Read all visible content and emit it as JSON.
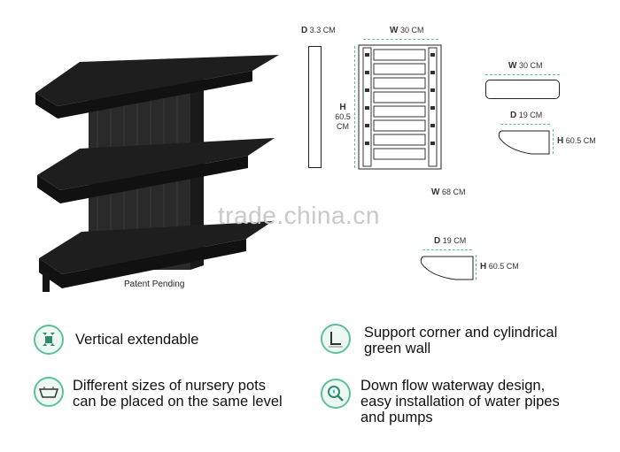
{
  "watermark": "trade.china.cn",
  "product": {
    "caption": "Patent Pending"
  },
  "dimensions": {
    "side_d_letter": "D",
    "side_d_value": "3.3 CM",
    "front_w_letter": "W",
    "front_w_value": "30 CM",
    "height_letter": "H",
    "height_value_1": "60.5",
    "height_value_2": "CM",
    "top_w_letter": "W",
    "top_w_value": "30 CM",
    "section1_d_letter": "D",
    "section1_d_value": "19 CM",
    "section1_h_letter": "H",
    "section1_h_value": "60.5 CM",
    "overall_w_letter": "W",
    "overall_w_value": "68 CM",
    "section2_d_letter": "D",
    "section2_d_value": "19 CM",
    "section2_h_letter": "H",
    "section2_h_value": "60.5 CM"
  },
  "features": [
    {
      "icon": "puzzle-arrows-icon",
      "lines": [
        "Vertical extendable"
      ]
    },
    {
      "icon": "corner-l-icon",
      "lines": [
        "Support corner and cylindrical",
        "green wall"
      ]
    },
    {
      "icon": "tray-icon",
      "lines": [
        "Different sizes of nursery pots",
        "can be placed on the same level"
      ]
    },
    {
      "icon": "water-drop-icon",
      "lines": [
        "Down flow waterway design,",
        "easy installation of water pipes",
        "and pumps"
      ]
    }
  ],
  "colors": {
    "accent": "#5fbf9a",
    "product": "#1e1e1e"
  }
}
